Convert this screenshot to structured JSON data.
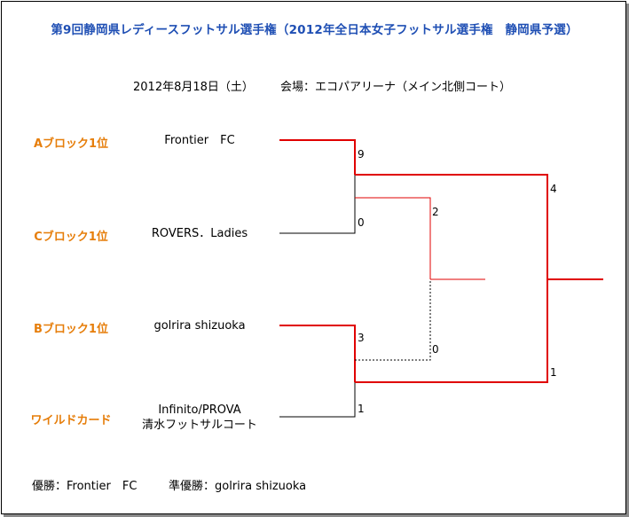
{
  "title": "第9回静岡県レディースフットサル選手権（2012年全日本女子フットサル選手権　静岡県予選）",
  "event": {
    "date": "2012年8月18日（土）",
    "venue": "会場：エコパアリーナ（メイン北側コート）"
  },
  "teams": [
    {
      "block": "Aブロック1位",
      "name": "Frontier　FC",
      "name2": ""
    },
    {
      "block": "Cブロック1位",
      "name": "ROVERS．Ladies",
      "name2": ""
    },
    {
      "block": "Bブロック1位",
      "name": "golrira shizuoka",
      "name2": ""
    },
    {
      "block": "ワイルドカード",
      "name": "Infinito/PROVA",
      "name2": "清水フットサルコート"
    }
  ],
  "scores": {
    "semi1_top": "9",
    "semi1_bottom": "0",
    "semi2_top": "3",
    "semi2_bottom": "1",
    "third_top": "2",
    "third_bottom": "0",
    "final_top": "4",
    "final_bottom": "1"
  },
  "results": {
    "winner": "優勝：Frontier　FC",
    "runner_up": "準優勝：golrira shizuoka"
  },
  "colors": {
    "title": "#1f4fb4",
    "block_label": "#e67e0b",
    "winner_line": "#e00000",
    "loser_line": "#000000",
    "third_place_line": "#e00000"
  }
}
